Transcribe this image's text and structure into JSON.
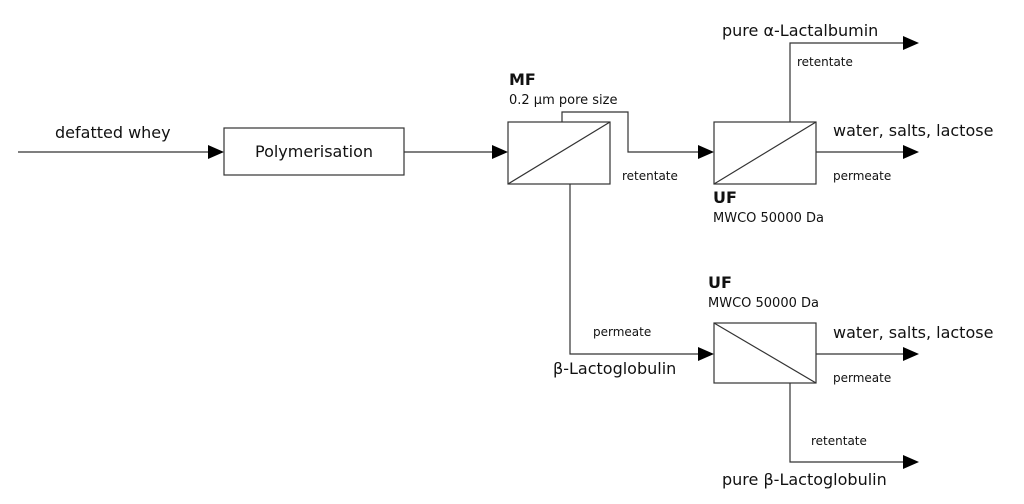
{
  "diagram": {
    "input": "defatted whey",
    "polymerisation": "Polymerisation",
    "mf": {
      "title": "MF",
      "subtitle": "0.2 µm pore size",
      "out_retentate": "retentate",
      "out_permeate": "permeate"
    },
    "uf_top": {
      "title": "UF",
      "subtitle": "MWCO 50000 Da",
      "retentate_label": "retentate",
      "retentate_product": "pure α-Lactalbumin",
      "permeate_label": "permeate",
      "permeate_product": "water, salts, lactose"
    },
    "uf_bottom": {
      "title": "UF",
      "subtitle": "MWCO 50000 Da",
      "feed_product": "β-Lactoglobulin",
      "permeate_label": "permeate",
      "permeate_product": "water, salts, lactose",
      "retentate_label": "retentate",
      "retentate_product": "pure β-Lactoglobulin"
    }
  }
}
